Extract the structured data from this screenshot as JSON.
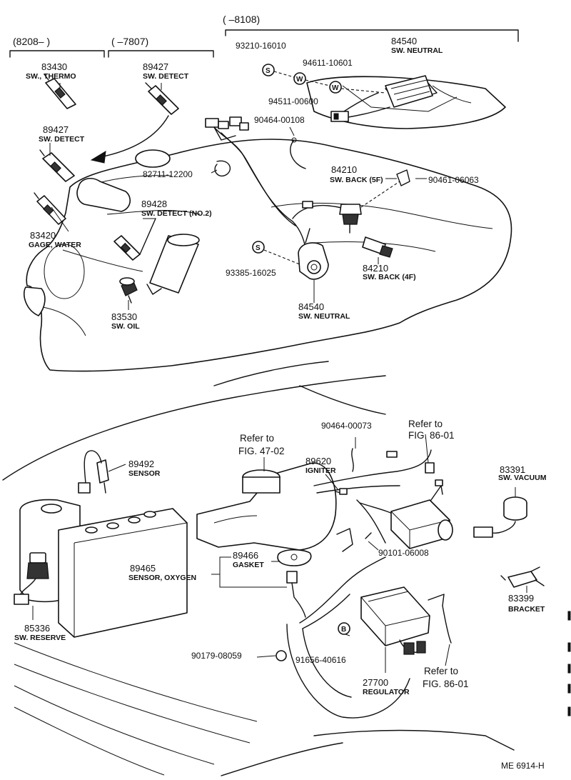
{
  "headers": {
    "h8208": "(8208–     )",
    "h7807": "(     –7807)",
    "h8108": "(     –8108)"
  },
  "parts": {
    "p83430": {
      "number": "83430",
      "name": "SW., THERMO"
    },
    "p89427a": {
      "number": "89427",
      "name": "SW. DETECT"
    },
    "p89427b": {
      "number": "89427",
      "name": "SW. DETECT"
    },
    "p83420": {
      "number": "83420",
      "name": "GAGE, WATER"
    },
    "p89428": {
      "number": "89428",
      "name": "SW. DETECT (NO.2)"
    },
    "p83530": {
      "number": "83530",
      "name": "SW. OIL"
    },
    "p84540a": {
      "number": "84540",
      "name": "SW. NEUTRAL"
    },
    "p84540b": {
      "number": "84540",
      "name": "SW. NEUTRAL"
    },
    "p84210a": {
      "number": "84210",
      "name": "SW. BACK (5F)"
    },
    "p84210b": {
      "number": "84210",
      "name": "SW. BACK (4F)"
    },
    "p89492": {
      "number": "89492",
      "name": "SENSOR"
    },
    "p89620": {
      "number": "89620",
      "name": "IGNITER"
    },
    "p83391": {
      "number": "83391",
      "name": "SW. VACUUM"
    },
    "p89465": {
      "number": "89465",
      "name": "SENSOR, OXYGEN"
    },
    "p89466": {
      "number": "89466",
      "name": "GASKET"
    },
    "p83399": {
      "number": "83399",
      "name": "BRACKET"
    },
    "p85336": {
      "number": "85336",
      "name": "SW. RESERVE"
    },
    "p27700": {
      "number": "27700",
      "name": "REGULATOR"
    }
  },
  "codes": {
    "c93210": "93210-16010",
    "c94611": "94611-10601",
    "c94511": "94511-00600",
    "c90464a": "90464-00108",
    "c82711": "82711-12200",
    "c90461": "90461-06063",
    "c93385": "93385-16025",
    "c90464b": "90464-00073",
    "c90101": "90101-06008",
    "c90179": "90179-08059",
    "c91656": "91656-40616"
  },
  "refs": {
    "r4702_line1": "Refer to",
    "r4702_line2": "FIG. 47-02",
    "r8601a_line1": "Refer to",
    "r8601a_line2": "FIG. 86-01",
    "r8601b_line1": "Refer to",
    "r8601b_line2": "FIG. 86-01"
  },
  "symbols": {
    "s1": "S",
    "w1": "W",
    "w2": "W",
    "s2": "S",
    "b1": "B"
  },
  "diagram_code": "ME  6914-H"
}
